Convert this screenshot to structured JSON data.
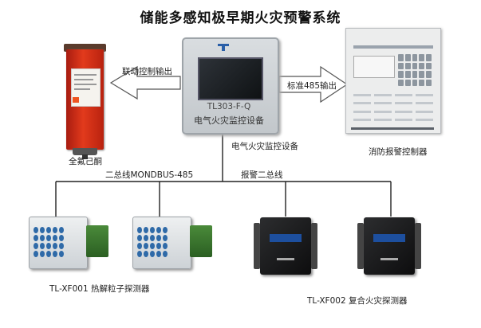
{
  "title": "储能多感知极早期火灾预警系统",
  "left_arrow_label": "联动控制输出",
  "right_arrow_label": "标准485输出",
  "extinguisher_label": "全氟己酮",
  "device": {
    "model": "TL303-F-Q",
    "screen_name": "电气火灾监控设备",
    "caption": "电气火灾监控设备"
  },
  "panel_label": "消防报警控制器",
  "bus_left_label": "二总线MONDBUS-485",
  "bus_right_label": "报警二总线",
  "detector1_label": "TL-XF001 热解粒子探测器",
  "detector2_label": "TL-XF002 复合火灾探测器",
  "colors": {
    "bus_line": "#222222",
    "arrow_fill": "#ffffff",
    "arrow_stroke": "#555555",
    "extinguisher": "#d9301a",
    "detector_strip": "#1d4f9e"
  },
  "icons": [
    "extinguisher-device",
    "monitoring-device",
    "fire-control-panel",
    "particle-detector",
    "composite-detector"
  ]
}
